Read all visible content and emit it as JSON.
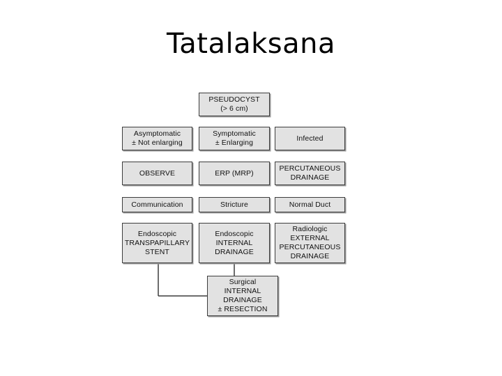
{
  "slide": {
    "title": "Tatalaksana"
  },
  "diagram": {
    "root": "PSEUDOCYST\n(> 6 cm)",
    "presentation": [
      "Asymptomatic\n± Not enlarging",
      "Symptomatic\n± Enlarging",
      "Infected"
    ],
    "management": [
      "OBSERVE",
      "ERP (MRP)",
      "PERCUTANEOUS\nDRAINAGE"
    ],
    "ductal_findings": [
      "Communication",
      "Stricture",
      "Normal Duct"
    ],
    "treatments": [
      "Endoscopic\nTRANSPAPILLARY\nSTENT",
      "Endoscopic\nINTERNAL\nDRAINAGE",
      "Radiologic\nEXTERNAL\nPERCUTANEOUS\nDRAINAGE"
    ],
    "final": "Surgical\nINTERNAL\nDRAINAGE\n± RESECTION"
  }
}
